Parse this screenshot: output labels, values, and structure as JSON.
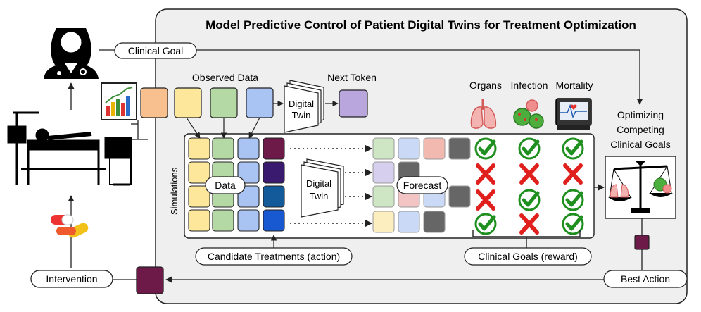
{
  "title": "Model Predictive Control of Patient Digital Twins for Treatment Optimization",
  "labels": {
    "clinical_goal": "Clinical Goal",
    "observed_data": "Observed Data",
    "next_token": "Next Token",
    "digital_twin_top": [
      "Digital",
      "Twin"
    ],
    "digital_twin_mid": [
      "Digital",
      "Twin"
    ],
    "data": "Data",
    "forecast": "Forecast",
    "simulations": "Simulations",
    "organs": "Organs",
    "infection": "Infection",
    "mortality": "Mortality",
    "optimizing": [
      "Optimizing",
      "Competing",
      "Clinical Goals"
    ],
    "candidate_treatments": "Candidate Treatments (action)",
    "clinical_goals_reward": "Clinical Goals (reward)",
    "best_action": "Best Action",
    "intervention": "Intervention"
  },
  "colors": {
    "panel": "#efefef",
    "yellow": "#fde79a",
    "green": "#b5d9a4",
    "blue": "#a9c4f2",
    "orange": "#f8c08f",
    "purple": "#b9a6dd",
    "action": "#6e1a48",
    "check": "#1f8f1f",
    "cross": "#e0201c"
  },
  "outcomes": [
    [
      "check",
      "check",
      "check"
    ],
    [
      "cross",
      "cross",
      "cross"
    ],
    [
      "cross",
      "check",
      "check"
    ],
    [
      "check",
      "cross",
      "check"
    ]
  ]
}
